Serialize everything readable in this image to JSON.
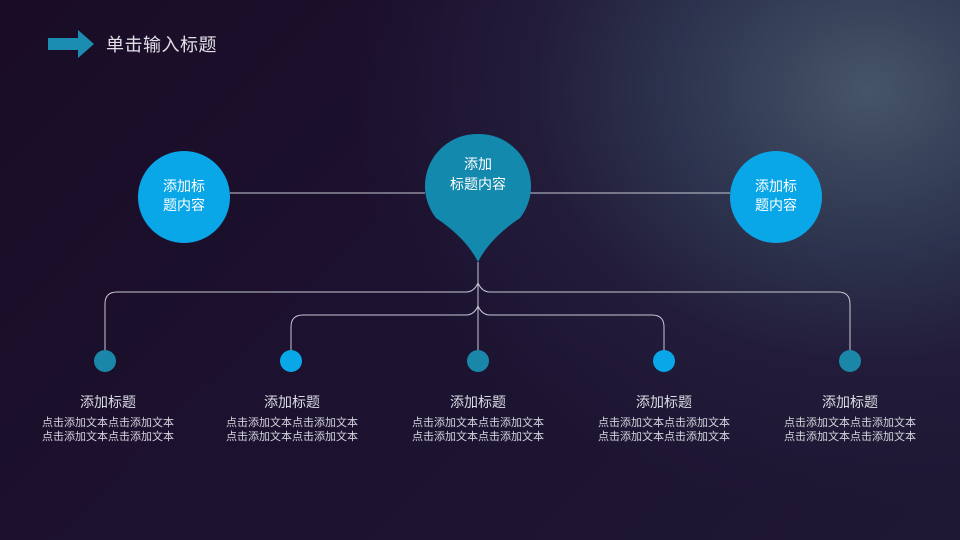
{
  "header": {
    "title": "单击输入标题",
    "icon": "arrow-right-icon",
    "icon_color": "#1a8db0"
  },
  "colors": {
    "primary_teal": "#1389ad",
    "bright_blue": "#0aa7e8",
    "line": "#c8c8d4"
  },
  "center_node": {
    "line1": "添加",
    "line2": "标题内容",
    "shape": "map-pin"
  },
  "side_nodes": [
    {
      "text": "添加标题内容"
    },
    {
      "text": "添加标题内容"
    }
  ],
  "items": [
    {
      "title": "添加标题",
      "desc": "点击添加文本点击添加文本点击添加文本点击添加文本",
      "dot_color": "#1a86a8"
    },
    {
      "title": "添加标题",
      "desc": "点击添加文本点击添加文本点击添加文本点击添加文本",
      "dot_color": "#0aa7e8"
    },
    {
      "title": "添加标题",
      "desc": "点击添加文本点击添加文本点击添加文本点击添加文本",
      "dot_color": "#1a86a8"
    },
    {
      "title": "添加标题",
      "desc": "点击添加文本点击添加文本点击添加文本点击添加文本",
      "dot_color": "#0aa7e8"
    },
    {
      "title": "添加标题",
      "desc": "点击添加文本点击添加文本点击添加文本点击添加文本",
      "dot_color": "#1a86a8"
    }
  ]
}
